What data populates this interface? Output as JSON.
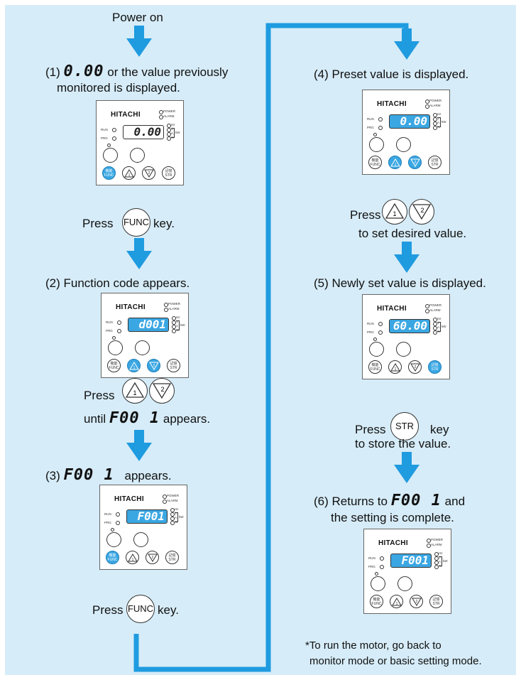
{
  "intro": {
    "text": "Power on"
  },
  "step1": {
    "num": "(1)",
    "seg": "0.00",
    "line1": "or the value previously",
    "line2": "monitored is displayed.",
    "press": "Press",
    "key": "FUNC",
    "suffix": "key."
  },
  "step2": {
    "num": "(2)",
    "text": "Function code appears.",
    "press": "Press",
    "until": "until",
    "seg": "F00 1",
    "appears": "appears."
  },
  "step3": {
    "num": "(3)",
    "seg": "F00 1",
    "text": "appears.",
    "press": "Press",
    "key": "FUNC",
    "suffix": "key."
  },
  "step4": {
    "num": "(4)",
    "text": "Preset value is displayed.",
    "press": "Press",
    "line2": "to set desired value."
  },
  "step5": {
    "num": "(5)",
    "text": "Newly set value is displayed.",
    "press": "Press",
    "key": "STR",
    "suffix": "key",
    "line2": "to store the value."
  },
  "step6": {
    "num": "(6)",
    "text": "Returns to",
    "seg": "F00 1",
    "and": "and",
    "line2": "the setting is complete."
  },
  "footnote": {
    "line1": "*To run the motor, go back to",
    "line2": "monitor mode or basic setting mode."
  },
  "panel_labels": {
    "brand": "HITACHI",
    "power": "POWER",
    "alarm": "ALARM",
    "run": "RUN",
    "prg": "PRG",
    "hz": "Hz",
    "v": "V",
    "a": "A",
    "pct": "%",
    "kw": "kW",
    "func_jp": "機能",
    "func": "FUNC",
    "str_jp": "記憶",
    "str": "STR",
    "up": "1",
    "down": "2"
  },
  "panels": [
    {
      "id": "p1",
      "display": "0.00",
      "lit_display": false,
      "lit_keys": [
        "func"
      ]
    },
    {
      "id": "p2",
      "display": "d001",
      "lit_display": true,
      "lit_keys": [
        "up",
        "down"
      ]
    },
    {
      "id": "p3",
      "display": "F001",
      "lit_display": true,
      "lit_keys": [
        "func"
      ]
    },
    {
      "id": "p4",
      "display": "0.00",
      "lit_display": true,
      "lit_keys": [
        "up",
        "down"
      ]
    },
    {
      "id": "p5",
      "display": "60.00",
      "lit_display": true,
      "lit_keys": [
        "str"
      ]
    },
    {
      "id": "p6",
      "display": "F001",
      "lit_display": true,
      "lit_keys": []
    }
  ],
  "colors": {
    "background": "#d6ecf8",
    "arrow": "#1f9be0",
    "lit": "#3aa7e3"
  }
}
